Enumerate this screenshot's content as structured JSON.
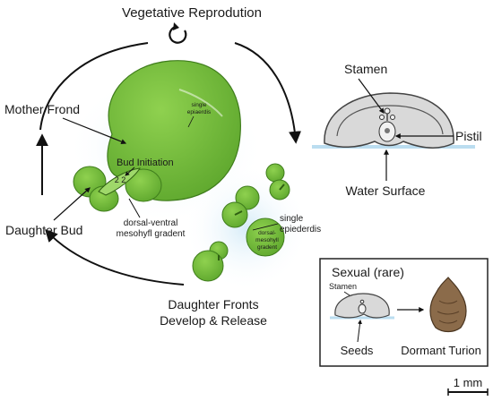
{
  "title": "Vegetative Reprodution",
  "labels": {
    "mother_frond": "Mother Frond",
    "bud_initiation": "Bud Initiation",
    "daughter_bud": "Daughter Bud",
    "dorsal_ventral_1": "dorsal-ventral",
    "dorsal_ventral_2": "mesohyfl gradent",
    "single_epidermis_small_1": "single",
    "single_epidermis_small_2": "epiaerdis",
    "single_epidermis_1": "single",
    "single_epidermis_2": "epiederdis",
    "daughter_fronts_1": "Daughter Fronts",
    "daughter_fronts_2": "Develop & Release",
    "inner_frond_1": "dorsal-",
    "inner_frond_2": "mesohyll",
    "inner_frond_3": "gradent",
    "bud_numbers": "2 2",
    "stamen": "Stamen",
    "pistil": "Pistil",
    "water_surface": "Water Surface"
  },
  "sexual_box": {
    "title": "Sexual (rare)",
    "stamen": "Stamen",
    "seeds": "Seeds",
    "dormant_turion": "Dormant Turion"
  },
  "scale_bar": "1 mm",
  "colors": {
    "frond_green": "#7cc242",
    "frond_dark": "#3f7d1c",
    "water_blue": "#bfe0f3",
    "flower_gray": "#d9d9d9",
    "turion_brown": "#8b6b4a"
  },
  "icons": [
    "cycle-arrow-icon"
  ]
}
